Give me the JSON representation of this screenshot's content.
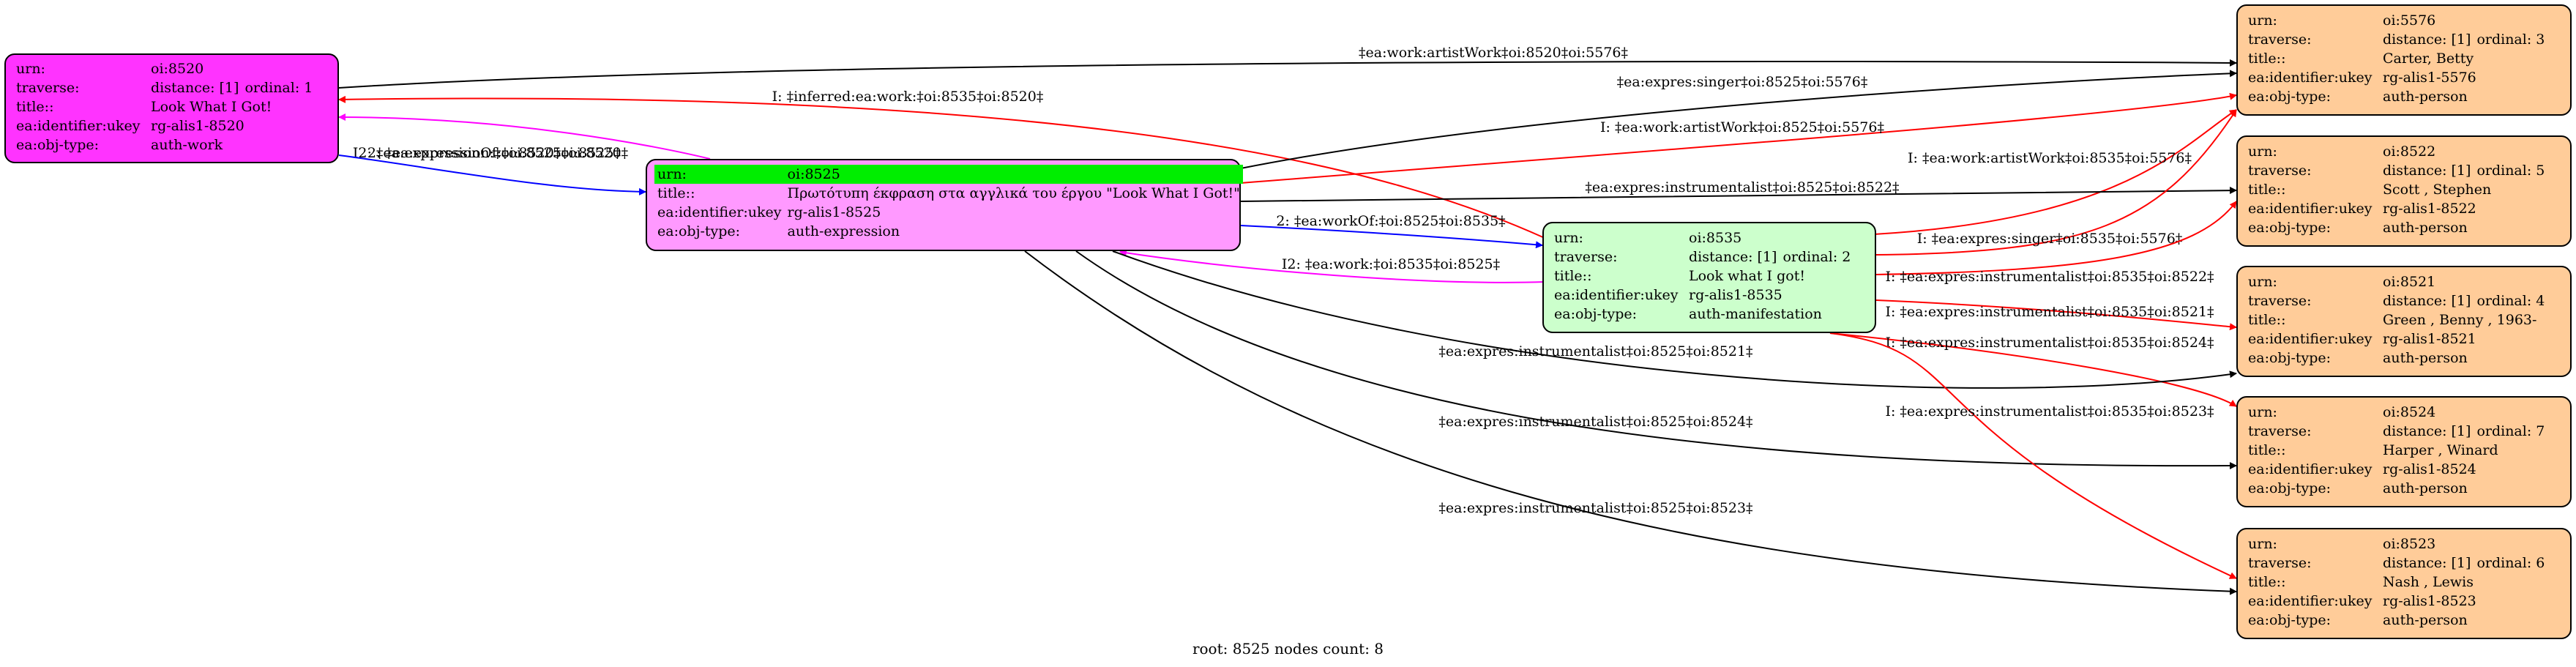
{
  "colors": {
    "work": "#ff33ff",
    "expression": "#ff99ff",
    "manifestation": "#ccffcc",
    "person": "#ffcc99",
    "highlight": "#00ee00"
  },
  "nodes": {
    "n8520": {
      "rows": [
        [
          "urn:",
          "oi:8520"
        ],
        [
          "traverse:",
          "distance: [1]",
          "ordinal: 1"
        ],
        [
          "title::",
          "Look What I Got!"
        ],
        [
          "ea:identifier:ukey",
          "rg-alis1-8520"
        ],
        [
          "ea:obj-type:",
          "auth-work"
        ]
      ]
    },
    "n8525": {
      "rows": [
        [
          "urn:",
          "oi:8525"
        ],
        [
          "title::",
          "Πρωτότυπη έκφραση στα αγγλικά του έργου \"Look What I Got!\""
        ],
        [
          "ea:identifier:ukey",
          "rg-alis1-8525"
        ],
        [
          "ea:obj-type:",
          "auth-expression"
        ]
      ]
    },
    "n8535": {
      "rows": [
        [
          "urn:",
          "oi:8535"
        ],
        [
          "traverse:",
          "distance: [1]",
          "ordinal: 2"
        ],
        [
          "title::",
          "Look what I got!"
        ],
        [
          "ea:identifier:ukey",
          "rg-alis1-8535"
        ],
        [
          "ea:obj-type:",
          "auth-manifestation"
        ]
      ]
    },
    "n5576": {
      "rows": [
        [
          "urn:",
          "oi:5576"
        ],
        [
          "traverse:",
          "distance: [1]",
          "ordinal: 3"
        ],
        [
          "title::",
          "Carter, Betty"
        ],
        [
          "ea:identifier:ukey",
          "rg-alis1-5576"
        ],
        [
          "ea:obj-type:",
          "auth-person"
        ]
      ]
    },
    "n8522": {
      "rows": [
        [
          "urn:",
          "oi:8522"
        ],
        [
          "traverse:",
          "distance: [1]",
          "ordinal: 5"
        ],
        [
          "title::",
          "Scott , Stephen"
        ],
        [
          "ea:identifier:ukey",
          "rg-alis1-8522"
        ],
        [
          "ea:obj-type:",
          "auth-person"
        ]
      ]
    },
    "n8521": {
      "rows": [
        [
          "urn:",
          "oi:8521"
        ],
        [
          "traverse:",
          "distance: [1]",
          "ordinal: 4"
        ],
        [
          "title::",
          "Green , Benny , 1963-"
        ],
        [
          "ea:identifier:ukey",
          "rg-alis1-8521"
        ],
        [
          "ea:obj-type:",
          "auth-person"
        ]
      ]
    },
    "n8524": {
      "rows": [
        [
          "urn:",
          "oi:8524"
        ],
        [
          "traverse:",
          "distance: [1]",
          "ordinal: 7"
        ],
        [
          "title::",
          "Harper , Winard"
        ],
        [
          "ea:identifier:ukey",
          "rg-alis1-8524"
        ],
        [
          "ea:obj-type:",
          "auth-person"
        ]
      ]
    },
    "n8523": {
      "rows": [
        [
          "urn:",
          "oi:8523"
        ],
        [
          "traverse:",
          "distance: [1]",
          "ordinal: 6"
        ],
        [
          "title::",
          "Nash , Lewis"
        ],
        [
          "ea:identifier:ukey",
          "rg-alis1-8523"
        ],
        [
          "ea:obj-type:",
          "auth-person"
        ]
      ]
    }
  },
  "edges": [
    {
      "from": "n8520",
      "to": "n5576",
      "label": "‡ea:work:artistWork‡oi:8520‡oi:5576‡",
      "color": "#000000"
    },
    {
      "from": "n8535",
      "to": "n8520",
      "label": "I: ‡inferred:ea:work:‡oi:8535‡oi:8520‡",
      "color": "#ff0000"
    },
    {
      "from": "n8525",
      "to": "n8520",
      "label": "I2: ‡ea:expressionOf:‡oi:8525‡oi:8520‡",
      "color": "#ff00ff"
    },
    {
      "from": "n8520",
      "to": "n8525",
      "label": "2: ‡ea:expression:‡oi:8520‡oi:8525‡",
      "color": "#0000ff"
    },
    {
      "from": "n8525",
      "to": "n5576",
      "label": "‡ea:expres:singer‡oi:8525‡oi:5576‡",
      "color": "#000000"
    },
    {
      "from": "n8525",
      "to": "n5576",
      "label": "I: ‡ea:work:artistWork‡oi:8525‡oi:5576‡",
      "color": "#ff0000"
    },
    {
      "from": "n8535",
      "to": "n5576",
      "label": "I: ‡ea:work:artistWork‡oi:8535‡oi:5576‡",
      "color": "#ff0000"
    },
    {
      "from": "n8525",
      "to": "n8522",
      "label": "‡ea:expres:instrumentalist‡oi:8525‡oi:8522‡",
      "color": "#000000"
    },
    {
      "from": "n8525",
      "to": "n8535",
      "label": "2: ‡ea:workOf:‡oi:8525‡oi:8535‡",
      "color": "#0000ff"
    },
    {
      "from": "n8535",
      "to": "n5576",
      "label": "I: ‡ea:expres:singer‡oi:8535‡oi:5576‡",
      "color": "#ff0000"
    },
    {
      "from": "n8535",
      "to": "n8525",
      "label": "I2: ‡ea:work:‡oi:8535‡oi:8525‡",
      "color": "#ff00ff"
    },
    {
      "from": "n8535",
      "to": "n8522",
      "label": "I: ‡ea:expres:instrumentalist‡oi:8535‡oi:8522‡",
      "color": "#ff0000"
    },
    {
      "from": "n8535",
      "to": "n8521",
      "label": "I: ‡ea:expres:instrumentalist‡oi:8535‡oi:8521‡",
      "color": "#ff0000"
    },
    {
      "from": "n8535",
      "to": "n8524",
      "label": "I: ‡ea:expres:instrumentalist‡oi:8535‡oi:8524‡",
      "color": "#ff0000"
    },
    {
      "from": "n8525",
      "to": "n8521",
      "label": "‡ea:expres:instrumentalist‡oi:8525‡oi:8521‡",
      "color": "#000000"
    },
    {
      "from": "n8525",
      "to": "n8524",
      "label": "‡ea:expres:instrumentalist‡oi:8525‡oi:8524‡",
      "color": "#000000"
    },
    {
      "from": "n8535",
      "to": "n8523",
      "label": "I: ‡ea:expres:instrumentalist‡oi:8535‡oi:8523‡",
      "color": "#ff0000"
    },
    {
      "from": "n8525",
      "to": "n8523",
      "label": "‡ea:expres:instrumentalist‡oi:8525‡oi:8523‡",
      "color": "#000000"
    }
  ],
  "footer": "root: 8525 nodes count: 8"
}
